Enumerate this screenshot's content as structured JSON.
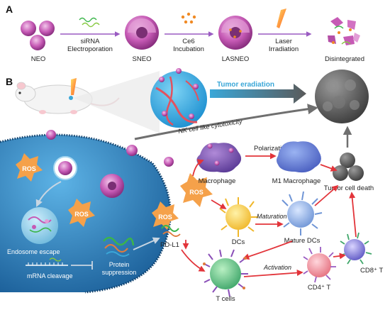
{
  "panel_a": {
    "label": "A",
    "stages": [
      "NEO",
      "SNEO",
      "LASNEO",
      "Disintegrated"
    ],
    "steps": [
      {
        "line1": "siRNA",
        "line2": "Electroporation"
      },
      {
        "line1": "Ce6",
        "line2": "Incubation"
      },
      {
        "line1": "Laser",
        "line2": "Irradiation"
      }
    ]
  },
  "panel_b": {
    "label": "B",
    "tumor_eradiation": "Tumor eradiation",
    "nk_text": "NK cell like cytotoxicity",
    "ros": "ROS",
    "endosome_escape": "Endosome escape",
    "mrna_cleavage": "mRNA cleavage",
    "protein_suppression_1": "Protein",
    "protein_suppression_2": "suppression",
    "pdl1": "PD-L1",
    "macrophage": "Macrophage",
    "polarization": "Polarization",
    "m1_macrophage": "M1 Macrophage",
    "tumor_cell_death": "Tumor cell death",
    "dcs": "DCs",
    "maturation": "Maturation",
    "mature_dcs": "Mature DCs",
    "t_cells": "T cells",
    "activation": "Activation",
    "cd4": "CD4⁺ T",
    "cd8": "CD8⁺ T"
  },
  "colors": {
    "nanoparticle": "#c65ab5",
    "tumor_cell": "#1f6aa5",
    "arrow_red": "#e2343a",
    "arrow_gray": "#6f6f6f",
    "ros_burst": "#f5a14a",
    "eradiation_text": "#3aa7d8"
  }
}
